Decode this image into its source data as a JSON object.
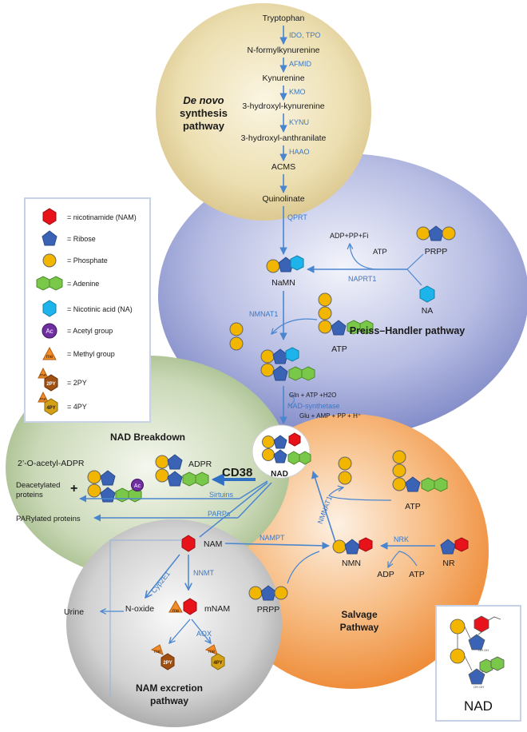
{
  "pathways": {
    "denovo": {
      "title_line1": "De novo",
      "title_line2": "synthesis",
      "title_line3": "pathway",
      "color": "#b08a1e",
      "steps": [
        "Tryptophan",
        "N-formylkynurenine",
        "Kynurenine",
        "3-hydroxyl-kynurenine",
        "3-hydroxyl-anthranilate",
        "ACMS",
        "Quinolinate"
      ],
      "enzymes": [
        "IDO, TPO",
        "AFMID",
        "KMO",
        "KYNU",
        "HAAO"
      ]
    },
    "preiss": {
      "title": "Preiss–Handler pathway",
      "color": "#2f5fa8",
      "qprt": "QPRT",
      "namn": "NaMN",
      "naprt1": "NAPRT1",
      "adp_pp_pi": "ADP+PP+Fi",
      "atp": "ATP",
      "prpp": "PRPP",
      "na": "NA",
      "nmnat1": "NMNAT1",
      "atp2": "ATP",
      "gln_line": "Gln + ATP +H2O",
      "nad_synthetase": "NAD-synthetase",
      "glu_line": "Glu + AMP + PP + H⁺"
    },
    "breakdown": {
      "title": "NAD Breakdown",
      "color": "#3d6e23",
      "acetyl_adpr": "2’-O-acetyl-ADPR",
      "adpr": "ADPR",
      "plus": "+",
      "deacetylated_1": "Deacetylated",
      "deacetylated_2": "proteins",
      "parylated": "PARylated proteins",
      "cd38": "CD38",
      "sirtuins": "Sirtuins",
      "parps": "PARPs"
    },
    "center": {
      "nad": "NAD"
    },
    "salvage": {
      "title_line1": "Salvage",
      "title_line2": "Pathway",
      "color": "#b24d10",
      "nmnat1": "NMNAT1",
      "atp": "ATP",
      "nampt": "NAMPT",
      "nmn": "NMN",
      "nrk": "NRK",
      "nr": "NR",
      "adp": "ADP",
      "atp2": "ATP",
      "prpp": "PRPP"
    },
    "excretion": {
      "title_line1": "NAM excretion",
      "title_line2": "pathway",
      "color": "#6e6e6e",
      "nam": "NAM",
      "cyp2e1": "Cyp2E1",
      "nnmt": "NNMT",
      "noxide": "N-oxide",
      "mnam": "mNAM",
      "aox": "AOX",
      "urine": "Urine",
      "me": "me",
      "p2py": "2PY",
      "p4py": "4PY"
    }
  },
  "legend": {
    "items": [
      {
        "icon": "red-hexagon-icon",
        "label": "= nicotinamide (NAM)"
      },
      {
        "icon": "blue-pentagon-icon",
        "label": "= Ribose"
      },
      {
        "icon": "yellow-circle-icon",
        "label": "= Phosphate"
      },
      {
        "icon": "green-double-hexagon-icon",
        "label": "= Adenine"
      },
      {
        "icon": "cyan-hexagon-icon",
        "label": "= Nicotinic acid (NA)"
      },
      {
        "icon": "purple-circle-icon",
        "label": "= Acetyl group",
        "glyph": "Ac"
      },
      {
        "icon": "orange-triangle-icon",
        "label": "= Methyl group",
        "glyph": "me"
      },
      {
        "icon": "2py-icon",
        "label": "= 2PY",
        "glyph": "me",
        "glyph2": "2PY"
      },
      {
        "icon": "4py-icon",
        "label": "= 4PY",
        "glyph": "me",
        "glyph2": "4PY"
      }
    ]
  },
  "nad_structure": {
    "label": "NAD"
  },
  "colors": {
    "nam_red": "#e8121b",
    "ribose_blue": "#3b63b5",
    "phosphate_yellow": "#f2b600",
    "adenine_green": "#7ac84a",
    "na_cyan": "#1cb4ea",
    "acetyl_purple": "#6f2fa0",
    "methyl_orange": "#f28c28",
    "arrow_blue": "#4a86d0"
  }
}
